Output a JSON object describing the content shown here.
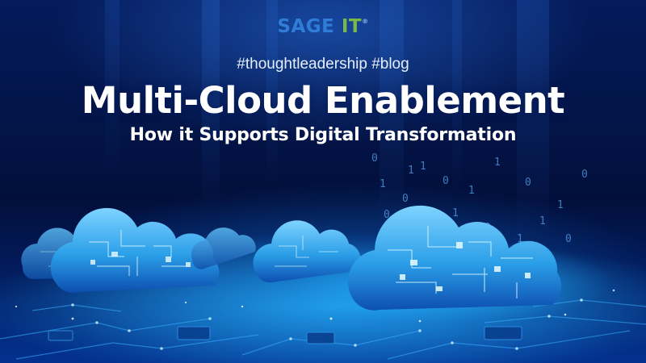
{
  "logo": {
    "brand": "SAGE",
    "suffix": "IT",
    "registered": "®"
  },
  "hashtags": "#thoughtleadership #blog",
  "title": "Multi-Cloud Enablement",
  "subtitle": "How it Supports Digital Transformation",
  "binary_digits": [
    "0",
    "1",
    "0",
    "1",
    "0",
    "1",
    "1",
    "0",
    "1",
    "0",
    "0",
    "1",
    "1",
    "0",
    "1",
    "1",
    "0",
    "1",
    "0",
    "1"
  ],
  "colors": {
    "background": "#031447",
    "glow": "#1e8cff",
    "cloud": "#2b9fe8",
    "logo_sage": "#2f7dd6",
    "logo_it": "#7ab84a",
    "text": "#ffffff"
  },
  "illustration": {
    "clouds": "5-circuit-clouds",
    "base": "circuit-board-pcb"
  }
}
